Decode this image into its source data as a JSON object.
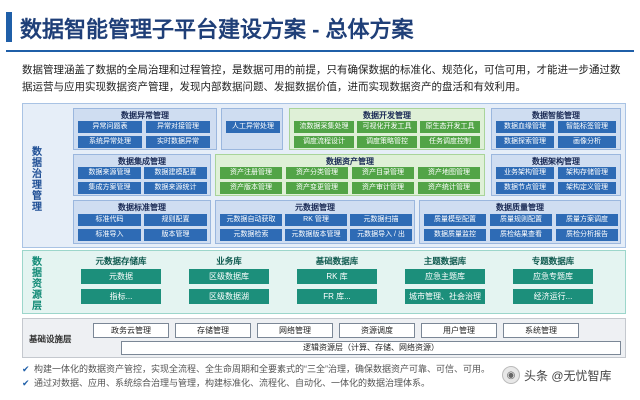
{
  "title": "数据智能管理子平台建设方案 - 总体方案",
  "intro": "数据管理涵盖了数据的全局治理和过程管控，是数据可用的前提，只有确保数据的标准化、规范化，可信可用，才能进一步通过数据运营与应用实现数据资产管理，发现内部数据问题、发掘数据价值，进而实现数据资产的盘活和有效利用。",
  "governance": {
    "label": "数据治理管理",
    "blocks": {
      "exception": {
        "title": "数据异常管理",
        "items": [
          "异常问题表",
          "异常对接管理",
          "人工异常处理",
          "系统异常处理",
          "实时数据异常"
        ]
      },
      "development": {
        "title": "数据开发管理",
        "items": [
          "流数据采集处理",
          "可视化开发工具",
          "原生态开发工具",
          "调度流程设计",
          "调度策略管控",
          "任务调度控制"
        ]
      },
      "intelligence": {
        "title": "数据智能管理",
        "items": [
          "数据血缘管理",
          "智能标签管理",
          "数据探索管理",
          "画像分析"
        ]
      },
      "integration": {
        "title": "数据集成管理",
        "items": [
          "数据来源管理",
          "数据建模配置",
          "集成方案管理",
          "数据来源统计"
        ]
      },
      "asset": {
        "title": "数据资产管理",
        "items": [
          "资产注册管理",
          "资产分类管理",
          "资产目录管理",
          "资产地图管理",
          "资产版本管理",
          "资产变更管理",
          "资产审计管理",
          "资产统计管理"
        ]
      },
      "architecture": {
        "title": "数据架构管理",
        "items": [
          "业务架构管理",
          "架构存储管理",
          "数据节点管理",
          "架构定义管理"
        ]
      },
      "standard": {
        "title": "数据标准管理",
        "items": [
          "标准代码",
          "规则配置",
          "标准导入",
          "版本管理"
        ]
      },
      "storage": {
        "title": "元数据管理",
        "items": [
          "元数据自动获取",
          "RK 管理",
          "元数据扫描",
          "元数据检索",
          "元数据版本管理",
          "元数据导入 / 出"
        ]
      },
      "quality": {
        "title": "数据质量管理",
        "items": [
          "质量模型配置",
          "质量规则配置",
          "质量方案调度",
          "数据质量监控",
          "质检结果查看",
          "质检分析报告"
        ]
      }
    }
  },
  "resource": {
    "label": "数据资源层",
    "columns": [
      {
        "title": "元数据存储库",
        "items": [
          "元数据",
          "指标..."
        ]
      },
      {
        "title": "业务库",
        "items": [
          "区级数据库",
          "区级数据湖"
        ]
      },
      {
        "title": "基础数据库",
        "items": [
          "RK 库",
          "FR 库..."
        ]
      },
      {
        "title": "主题数据库",
        "items": [
          "应急主题库",
          "城市管理、社会治理"
        ]
      },
      {
        "title": "专题数据库",
        "items": [
          "应急专题库",
          "经济运行..."
        ]
      }
    ]
  },
  "base": {
    "label": "基础设施层",
    "items": [
      "政务云管理",
      "存储管理",
      "网络管理",
      "资源调度",
      "用户管理",
      "系统管理"
    ],
    "wide": "逻辑资源层（计算、存储、网络资源）"
  },
  "bullets": [
    "构建一体化的数据资产管控，实现全流程、全生命周期和全要素式的“三全”治理，确保数据资产可靠、可信、可用。",
    "通过对数据、应用、系统综合治理与管理，构建标准化、流程化、自动化、一体化的数据治理体系。"
  ],
  "watermark": "头条 @无忧智库",
  "colors": {
    "primary": "#1f5fa8",
    "chip_blue": "#2e6bb5",
    "chip_green": "#52a447",
    "resource_teal": "#1c8f7b"
  }
}
